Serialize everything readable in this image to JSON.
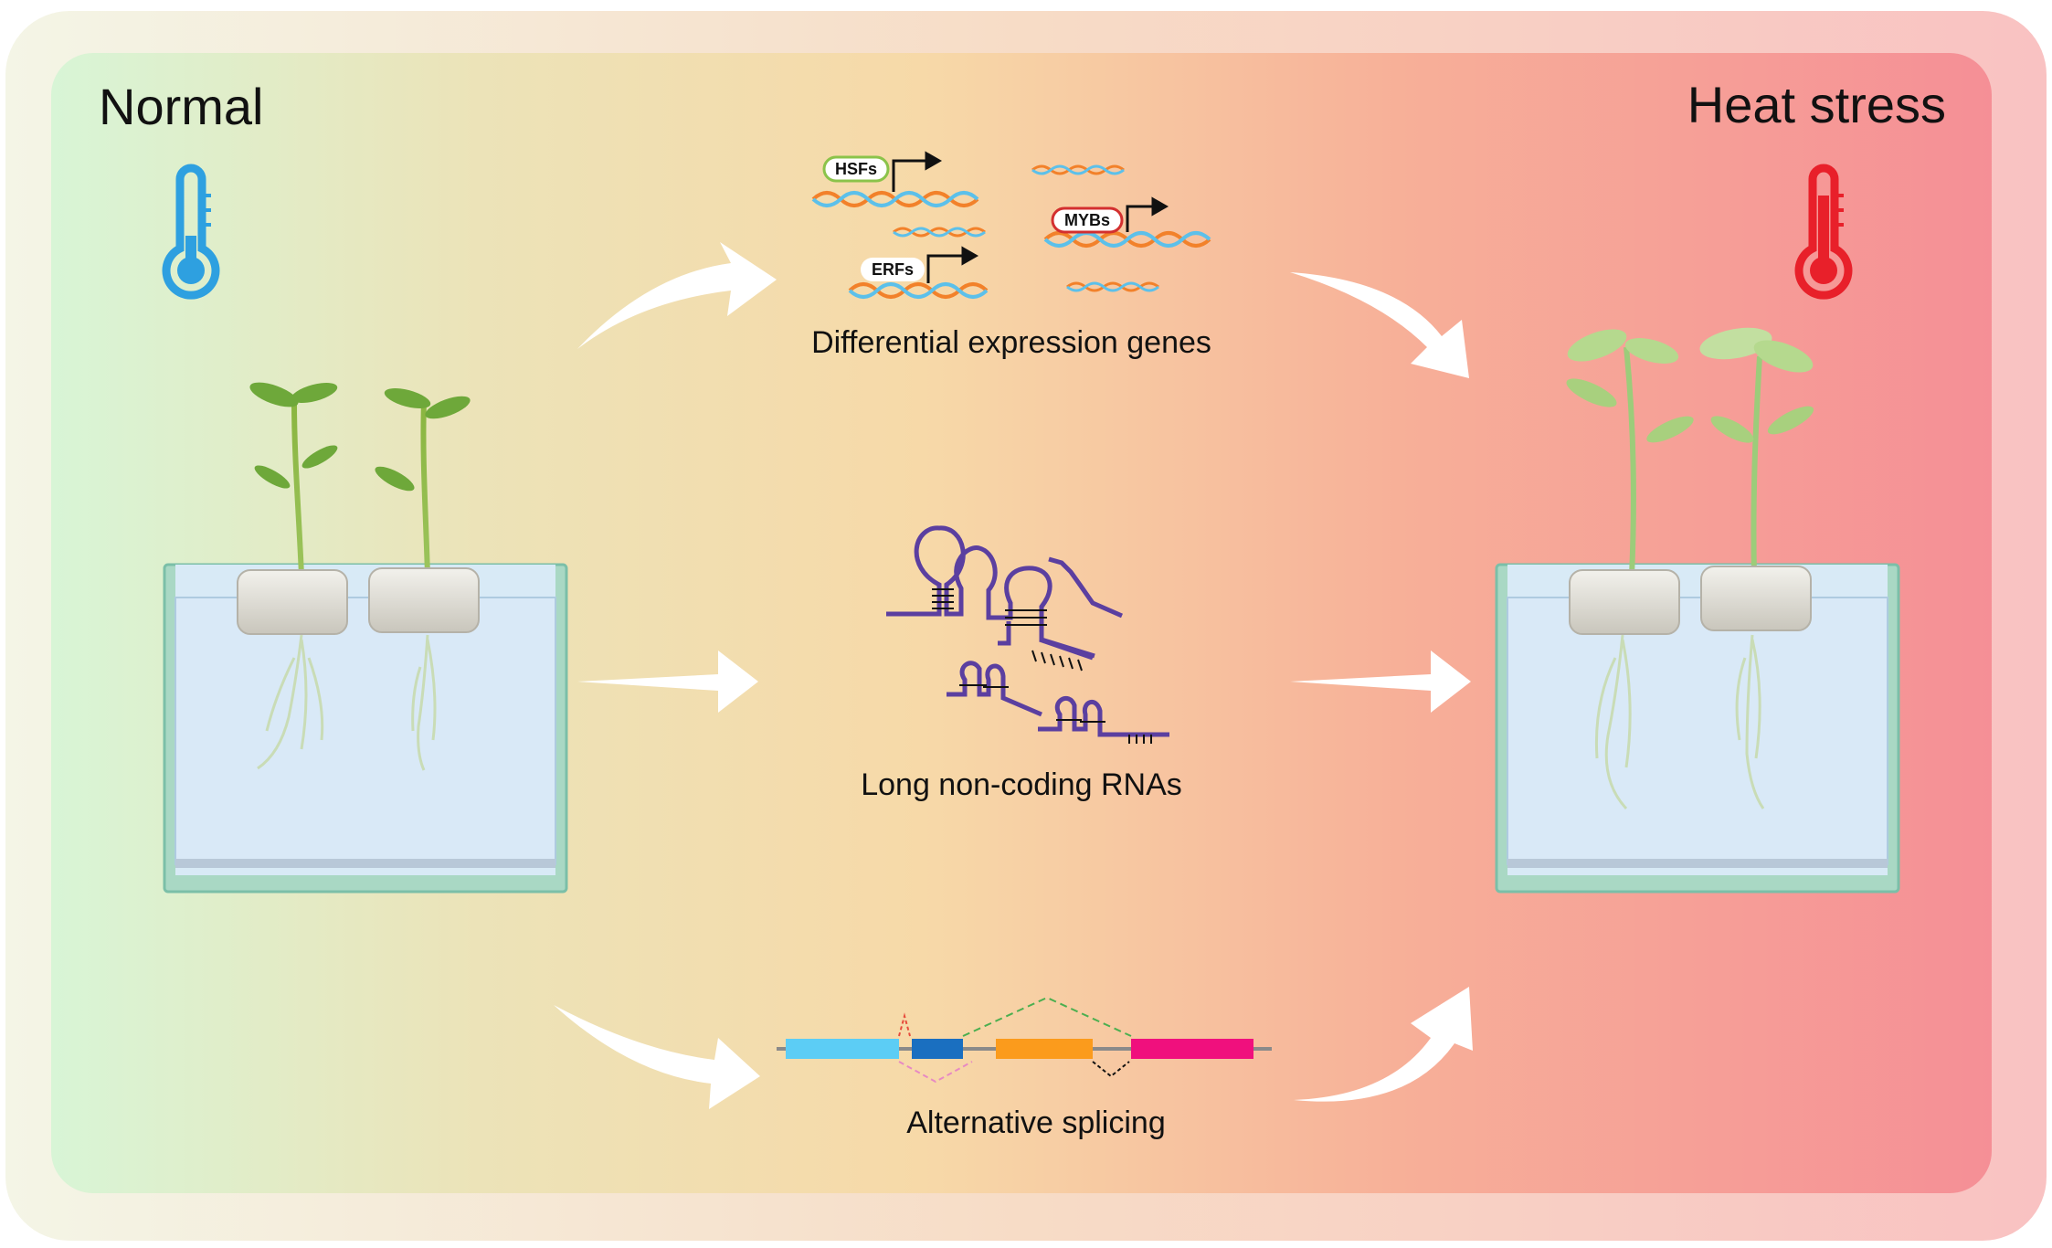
{
  "conditions": {
    "normal": "Normal",
    "heat": "Heat stress"
  },
  "processes": {
    "deg": {
      "label": "Differential expression genes",
      "tags": [
        "HSFs",
        "ERFs",
        "MYBs"
      ]
    },
    "lncrna": {
      "label": "Long non-coding RNAs"
    },
    "splicing": {
      "label": "Alternative splicing"
    }
  },
  "colors": {
    "normal_bg": "#d8f5d6",
    "mid_bg": "#f7d9a8",
    "heat_bg": "#f58f96",
    "cold_icon": "#2ea0e0",
    "hot_icon": "#e8202a",
    "dna_orange": "#f2812a",
    "dna_blue": "#5cc0ea",
    "rna_purple": "#5b3fa0",
    "exon_cyan": "#5ccdf5",
    "exon_blue": "#1a6fc0",
    "exon_orange": "#fb9b1c",
    "exon_magenta": "#f0107d",
    "hsf_border": "#8bc34a",
    "myb_border": "#d32f2f"
  }
}
